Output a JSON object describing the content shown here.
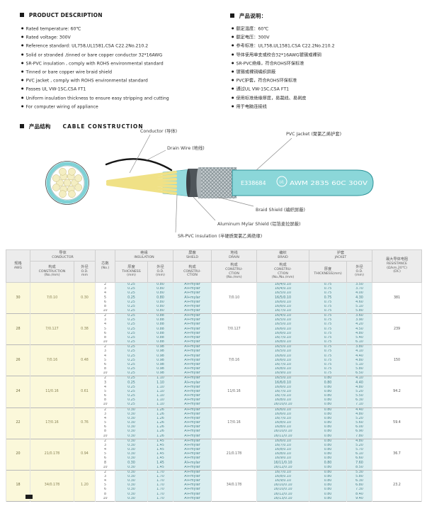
{
  "colors": {
    "accent_cyan": "#7fd2d6",
    "table_cyan": "#daeef0",
    "table_yellow": "#fbf8da",
    "jacket_teal": "#8bd7d9"
  },
  "desc_en": {
    "title": "PRODUCT  DESCRIPTION",
    "items": [
      "Rated temperature: 60℃",
      "Rated voltage: 300V",
      "Reference standard: UL758,UL1581,CSA C22.2No.210.2",
      "Solid or stranded ,tinned or bare copper conductor 32*16AWG",
      "SR-PVC insulation , comply with ROHS environmental standard",
      "Tinned or bare copper wire braid shield",
      "PVC jacket , comply with ROHS environmental standard",
      "Passes UL VW-1SC,CSA FT1",
      "Uniform insulation thickness to ensure easy stripping and cutting",
      "For computer wiring of appliance"
    ]
  },
  "desc_cn": {
    "title": "产品说明：",
    "items": [
      "额定温度：60℃",
      "额定电压：300V",
      "参考标准：UL758,UL1581,CSA C22.2No.210.2",
      "导体使用单支或绞合32*16AWG镀锡或裸铜",
      "SR-PVC绝缘，符合ROHS环保标准",
      "镀锡或裸铜编织屏蔽",
      "PVC护套，符合ROHS环保标准",
      "通过UL VW-1SC,CSA FT1",
      "使用标准绝缘厚度，易裁线、易剥皮",
      "用于电脑连接线"
    ]
  },
  "construction": {
    "title_cn": "产品结构",
    "title_en": "CABLE  CONSTRUCTION",
    "labels": {
      "conductor": "Conductor (导体)",
      "drain_wire": "Drain Wire (地线)",
      "pvc_jacket": "PVC Jacket (聚氯乙烯护套)",
      "braid_shield": "Braid Shield (编织屏蔽)",
      "mylar_shield": "Aluminum Mylar Shield (铝箔麦拉屏蔽)",
      "sr_pvc": "SR-PVC insulation (半硬质聚氯乙烯绝缘)"
    },
    "jacket_print_left": "E338684",
    "ul_mark": "UL",
    "jacket_print_right": "AWM 2835 60C 300V"
  },
  "table": {
    "headers": {
      "awg": [
        "规格",
        "AWG"
      ],
      "conductor_group": [
        "导体",
        "CONDUCTOR"
      ],
      "conductor_construction": [
        "构成",
        "CONSTRUCTION",
        "(No./mm)"
      ],
      "conductor_od": [
        "外径",
        "O.D.",
        "mm"
      ],
      "cores": [
        "芯数",
        "(No.)"
      ],
      "insulation_group": [
        "绝缘",
        "INSULATION"
      ],
      "ins_thickness": [
        "厚度",
        "THICKNESS",
        "(mm)"
      ],
      "ins_od": [
        "外径",
        "O.D.",
        "(mm)"
      ],
      "shield_group": [
        "屏蔽",
        "SHIELD"
      ],
      "shield_construction": [
        "构成",
        "CONSTRU-",
        "CTION"
      ],
      "drain_group": [
        "地线",
        "DRAIN"
      ],
      "drain_construction": [
        "构成",
        "CONSTRU-",
        "CTION",
        "(No./mm)"
      ],
      "braid_group": [
        "编织",
        "BRAID"
      ],
      "braid_construction": [
        "构成",
        "CONSTRU-",
        "CTION",
        "(No./No./mm)"
      ],
      "jacket_group": [
        "护套",
        "JACKET"
      ],
      "jacket_thickness": [
        "厚度",
        "THICKNESS(mm)"
      ],
      "jacket_od": [
        "外径",
        "O.D.",
        "(mm)"
      ],
      "resistance": [
        "最大导体电阻",
        "RESISTANCE",
        "(Ω/km,20℃)",
        "(DC)"
      ]
    },
    "rows": [
      {
        "awg": "30",
        "construction": "7/0.10",
        "od": "0.30",
        "drain": "7/0.10",
        "resistance": "381",
        "sub": [
          {
            "cores": "2",
            "ins_t": "0.25",
            "ins_od": "0.80",
            "shield": "Al+mylar",
            "braid": "16/4/0.10",
            "jk_t": "0.75",
            "jk_od": "3.50"
          },
          {
            "cores": "3",
            "ins_t": "0.25",
            "ins_od": "0.80",
            "shield": "Al+mylar",
            "braid": "16/4/0.10",
            "jk_t": "0.75",
            "jk_od": "3.70"
          },
          {
            "cores": "4",
            "ins_t": "0.25",
            "ins_od": "0.80",
            "shield": "Al+mylar",
            "braid": "16/5/0.10",
            "jk_t": "0.75",
            "jk_od": "4.00"
          },
          {
            "cores": "5",
            "ins_t": "0.25",
            "ins_od": "0.80",
            "shield": "Al+mylar",
            "braid": "16/5/0.10",
            "jk_t": "0.75",
            "jk_od": "4.30"
          },
          {
            "cores": "6",
            "ins_t": "0.25",
            "ins_od": "0.80",
            "shield": "Al+mylar",
            "braid": "16/6/0.10",
            "jk_t": "0.75",
            "jk_od": "4.60"
          },
          {
            "cores": "8",
            "ins_t": "0.25",
            "ins_od": "0.80",
            "shield": "Al+mylar",
            "braid": "16/6/0.10",
            "jk_t": "0.75",
            "jk_od": "5.10"
          },
          {
            "cores": "10",
            "ins_t": "0.25",
            "ins_od": "0.80",
            "shield": "Al+mylar",
            "braid": "16/7/0.10",
            "jk_t": "0.75",
            "jk_od": "5.80"
          }
        ]
      },
      {
        "awg": "28",
        "construction": "7/0.127",
        "od": "0.38",
        "drain": "7/0.127",
        "resistance": "239",
        "sub": [
          {
            "cores": "2",
            "ins_t": "0.25",
            "ins_od": "0.88",
            "shield": "Al+mylar",
            "braid": "16/4/0.10",
            "jk_t": "0.75",
            "jk_od": "3.60"
          },
          {
            "cores": "3",
            "ins_t": "0.25",
            "ins_od": "0.88",
            "shield": "Al+mylar",
            "braid": "16/5/0.10",
            "jk_t": "0.75",
            "jk_od": "3.90"
          },
          {
            "cores": "4",
            "ins_t": "0.25",
            "ins_od": "0.88",
            "shield": "Al+mylar",
            "braid": "16/5/0.10",
            "jk_t": "0.75",
            "jk_od": "4.20"
          },
          {
            "cores": "5",
            "ins_t": "0.25",
            "ins_od": "0.88",
            "shield": "Al+mylar",
            "braid": "16/6/0.10",
            "jk_t": "0.75",
            "jk_od": "4.50"
          },
          {
            "cores": "6",
            "ins_t": "0.25",
            "ins_od": "0.88",
            "shield": "Al+mylar",
            "braid": "16/6/0.10",
            "jk_t": "0.75",
            "jk_od": "4.80"
          },
          {
            "cores": "8",
            "ins_t": "0.25",
            "ins_od": "0.88",
            "shield": "Al+mylar",
            "braid": "16/7/0.10",
            "jk_t": "0.75",
            "jk_od": "5.40"
          },
          {
            "cores": "10",
            "ins_t": "0.25",
            "ins_od": "0.88",
            "shield": "Al+mylar",
            "braid": "16/8/0.10",
            "jk_t": "0.75",
            "jk_od": "6.10"
          }
        ]
      },
      {
        "awg": "26",
        "construction": "7/0.16",
        "od": "0.48",
        "drain": "7/0.16",
        "resistance": "150",
        "sub": [
          {
            "cores": "2",
            "ins_t": "0.25",
            "ins_od": "0.98",
            "shield": "Al+mylar",
            "braid": "16/5/0.10",
            "jk_t": "0.75",
            "jk_od": "3.80"
          },
          {
            "cores": "3",
            "ins_t": "0.25",
            "ins_od": "0.98",
            "shield": "Al+mylar",
            "braid": "16/5/0.10",
            "jk_t": "0.75",
            "jk_od": "4.10"
          },
          {
            "cores": "4",
            "ins_t": "0.25",
            "ins_od": "0.98",
            "shield": "Al+mylar",
            "braid": "16/6/0.10",
            "jk_t": "0.75",
            "jk_od": "4.40"
          },
          {
            "cores": "5",
            "ins_t": "0.25",
            "ins_od": "0.98",
            "shield": "Al+mylar",
            "braid": "16/6/0.10",
            "jk_t": "0.75",
            "jk_od": "4.80"
          },
          {
            "cores": "6",
            "ins_t": "0.25",
            "ins_od": "0.98",
            "shield": "Al+mylar",
            "braid": "16/7/0.10",
            "jk_t": "0.75",
            "jk_od": "5.10"
          },
          {
            "cores": "8",
            "ins_t": "0.25",
            "ins_od": "0.98",
            "shield": "Al+mylar",
            "braid": "16/8/0.10",
            "jk_t": "0.75",
            "jk_od": "5.80"
          },
          {
            "cores": "10",
            "ins_t": "0.25",
            "ins_od": "0.98",
            "shield": "Al+mylar",
            "braid": "16/9/0.10",
            "jk_t": "0.75",
            "jk_od": "6.50"
          }
        ]
      },
      {
        "awg": "24",
        "construction": "11/0.16",
        "od": "0.61",
        "drain": "11/0.16",
        "resistance": "94.2",
        "sub": [
          {
            "cores": "2",
            "ins_t": "0.25",
            "ins_od": "1.10",
            "shield": "Al+mylar",
            "braid": "16/5/0.10",
            "jk_t": "0.80",
            "jk_od": "4.10"
          },
          {
            "cores": "3",
            "ins_t": "0.25",
            "ins_od": "1.10",
            "shield": "Al+mylar",
            "braid": "16/6/0.10",
            "jk_t": "0.80",
            "jk_od": "4.40"
          },
          {
            "cores": "4",
            "ins_t": "0.25",
            "ins_od": "1.10",
            "shield": "Al+mylar",
            "braid": "16/6/0.10",
            "jk_t": "0.80",
            "jk_od": "4.80"
          },
          {
            "cores": "5",
            "ins_t": "0.25",
            "ins_od": "1.10",
            "shield": "Al+mylar",
            "braid": "16/7/0.10",
            "jk_t": "0.80",
            "jk_od": "5.20"
          },
          {
            "cores": "6",
            "ins_t": "0.25",
            "ins_od": "1.10",
            "shield": "Al+mylar",
            "braid": "16/7/0.10",
            "jk_t": "0.80",
            "jk_od": "5.50"
          },
          {
            "cores": "8",
            "ins_t": "0.25",
            "ins_od": "1.10",
            "shield": "Al+mylar",
            "braid": "16/8/0.10",
            "jk_t": "0.80",
            "jk_od": "6.30"
          },
          {
            "cores": "10",
            "ins_t": "0.25",
            "ins_od": "1.10",
            "shield": "Al+mylar",
            "braid": "16/10/0.10",
            "jk_t": "0.80",
            "jk_od": "7.10"
          }
        ]
      },
      {
        "awg": "22",
        "construction": "17/0.16",
        "od": "0.76",
        "drain": "17/0.16",
        "resistance": "59.4",
        "sub": [
          {
            "cores": "2",
            "ins_t": "0.30",
            "ins_od": "1.26",
            "shield": "Al+mylar",
            "braid": "16/6/0.10",
            "jk_t": "0.80",
            "jk_od": "4.40"
          },
          {
            "cores": "3",
            "ins_t": "0.30",
            "ins_od": "1.26",
            "shield": "Al+mylar",
            "braid": "16/6/0.10",
            "jk_t": "0.80",
            "jk_od": "4.80"
          },
          {
            "cores": "4",
            "ins_t": "0.30",
            "ins_od": "1.26",
            "shield": "Al+mylar",
            "braid": "16/7/0.10",
            "jk_t": "0.80",
            "jk_od": "5.20"
          },
          {
            "cores": "5",
            "ins_t": "0.30",
            "ins_od": "1.26",
            "shield": "Al+mylar",
            "braid": "16/8/0.10",
            "jk_t": "0.80",
            "jk_od": "5.60"
          },
          {
            "cores": "6",
            "ins_t": "0.30",
            "ins_od": "1.26",
            "shield": "Al+mylar",
            "braid": "16/8/0.10",
            "jk_t": "0.80",
            "jk_od": "6.00"
          },
          {
            "cores": "8",
            "ins_t": "0.30",
            "ins_od": "1.26",
            "shield": "Al+mylar",
            "braid": "16/10/0.10",
            "jk_t": "0.80",
            "jk_od": "6.90"
          },
          {
            "cores": "10",
            "ins_t": "0.30",
            "ins_od": "1.26",
            "shield": "Al+mylar",
            "braid": "16/11/0.10",
            "jk_t": "0.80",
            "jk_od": "7.80"
          }
        ]
      },
      {
        "awg": "20",
        "construction": "21/0.178",
        "od": "0.94",
        "drain": "21/0.178",
        "resistance": "36.7",
        "sub": [
          {
            "cores": "2",
            "ins_t": "0.30",
            "ins_od": "1.45",
            "shield": "Al+mylar",
            "braid": "16/6/0.10",
            "jk_t": "0.80",
            "jk_od": "4.80"
          },
          {
            "cores": "3",
            "ins_t": "0.30",
            "ins_od": "1.45",
            "shield": "Al+mylar",
            "braid": "16/7/0.10",
            "jk_t": "0.80",
            "jk_od": "5.20"
          },
          {
            "cores": "4",
            "ins_t": "0.30",
            "ins_od": "1.45",
            "shield": "Al+mylar",
            "braid": "16/8/0.10",
            "jk_t": "0.80",
            "jk_od": "5.70"
          },
          {
            "cores": "5",
            "ins_t": "0.30",
            "ins_od": "1.45",
            "shield": "Al+mylar",
            "braid": "16/8/0.10",
            "jk_t": "0.80",
            "jk_od": "6.10"
          },
          {
            "cores": "6",
            "ins_t": "0.30",
            "ins_od": "1.45",
            "shield": "Al+mylar",
            "braid": "16/9/0.10",
            "jk_t": "0.80",
            "jk_od": "6.60"
          },
          {
            "cores": "8",
            "ins_t": "0.30",
            "ins_od": "1.45",
            "shield": "Al+mylar",
            "braid": "16/11/0.10",
            "jk_t": "0.80",
            "jk_od": "7.60"
          },
          {
            "cores": "10",
            "ins_t": "0.30",
            "ins_od": "1.45",
            "shield": "Al+mylar",
            "braid": "16/12/0.10",
            "jk_t": "0.80",
            "jk_od": "8.50"
          }
        ]
      },
      {
        "awg": "18",
        "construction": "34/0.178",
        "od": "1.20",
        "drain": "34/0.178",
        "resistance": "23.2",
        "sub": [
          {
            "cores": "2",
            "ins_t": "0.30",
            "ins_od": "1.70",
            "shield": "Al+mylar",
            "braid": "16/7/0.10",
            "jk_t": "0.80",
            "jk_od": "5.30"
          },
          {
            "cores": "3",
            "ins_t": "0.30",
            "ins_od": "1.70",
            "shield": "Al+mylar",
            "braid": "16/8/0.10",
            "jk_t": "0.80",
            "jk_od": "5.80"
          },
          {
            "cores": "4",
            "ins_t": "0.30",
            "ins_od": "1.70",
            "shield": "Al+mylar",
            "braid": "16/9/0.10",
            "jk_t": "0.80",
            "jk_od": "6.30"
          },
          {
            "cores": "5",
            "ins_t": "0.30",
            "ins_od": "1.70",
            "shield": "Al+mylar",
            "braid": "16/10/0.10",
            "jk_t": "0.80",
            "jk_od": "6.80"
          },
          {
            "cores": "6",
            "ins_t": "0.30",
            "ins_od": "1.70",
            "shield": "Al+mylar",
            "braid": "16/10/0.10",
            "jk_t": "0.80",
            "jk_od": "7.30"
          },
          {
            "cores": "8",
            "ins_t": "0.30",
            "ins_od": "1.70",
            "shield": "Al+mylar",
            "braid": "16/12/0.10",
            "jk_t": "0.80",
            "jk_od": "8.40"
          },
          {
            "cores": "10",
            "ins_t": "0.30",
            "ins_od": "1.70",
            "shield": "Al+mylar",
            "braid": "16/13/0.10",
            "jk_t": "0.80",
            "jk_od": "9.40"
          }
        ]
      }
    ]
  }
}
